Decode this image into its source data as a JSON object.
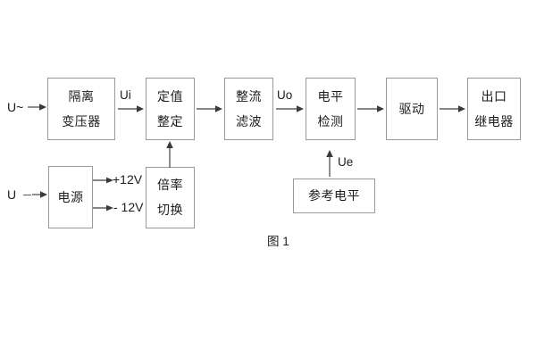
{
  "diagram": {
    "caption": "图 1",
    "blocks": [
      {
        "id": "isolation-transformer",
        "lines": [
          "隔离",
          "变压器"
        ]
      },
      {
        "id": "setting-value",
        "lines": [
          "定值",
          "整定"
        ]
      },
      {
        "id": "rectify-filter",
        "lines": [
          "整流",
          "滤波"
        ]
      },
      {
        "id": "level-detect",
        "lines": [
          "电平",
          "检测"
        ]
      },
      {
        "id": "drive",
        "lines": [
          "驱动"
        ]
      },
      {
        "id": "output-relay",
        "lines": [
          "出口",
          "继电器"
        ]
      },
      {
        "id": "power-supply",
        "lines": [
          "电源"
        ]
      },
      {
        "id": "multiplier-switch",
        "lines": [
          "倍率",
          "切换"
        ]
      },
      {
        "id": "reference-level",
        "lines": [
          "参考电平"
        ]
      }
    ],
    "labels": {
      "input_ac": "U~",
      "input_dc": "U",
      "signal_ui": "Ui",
      "signal_uo": "Uo",
      "signal_ue": "Ue",
      "rail_positive": "+12V",
      "rail_negative": "- 12V"
    },
    "colors": {
      "box_border": "#9a9a9a",
      "line": "#5f5f5f",
      "text": "#1d1d1d",
      "background": "#ffffff"
    }
  }
}
